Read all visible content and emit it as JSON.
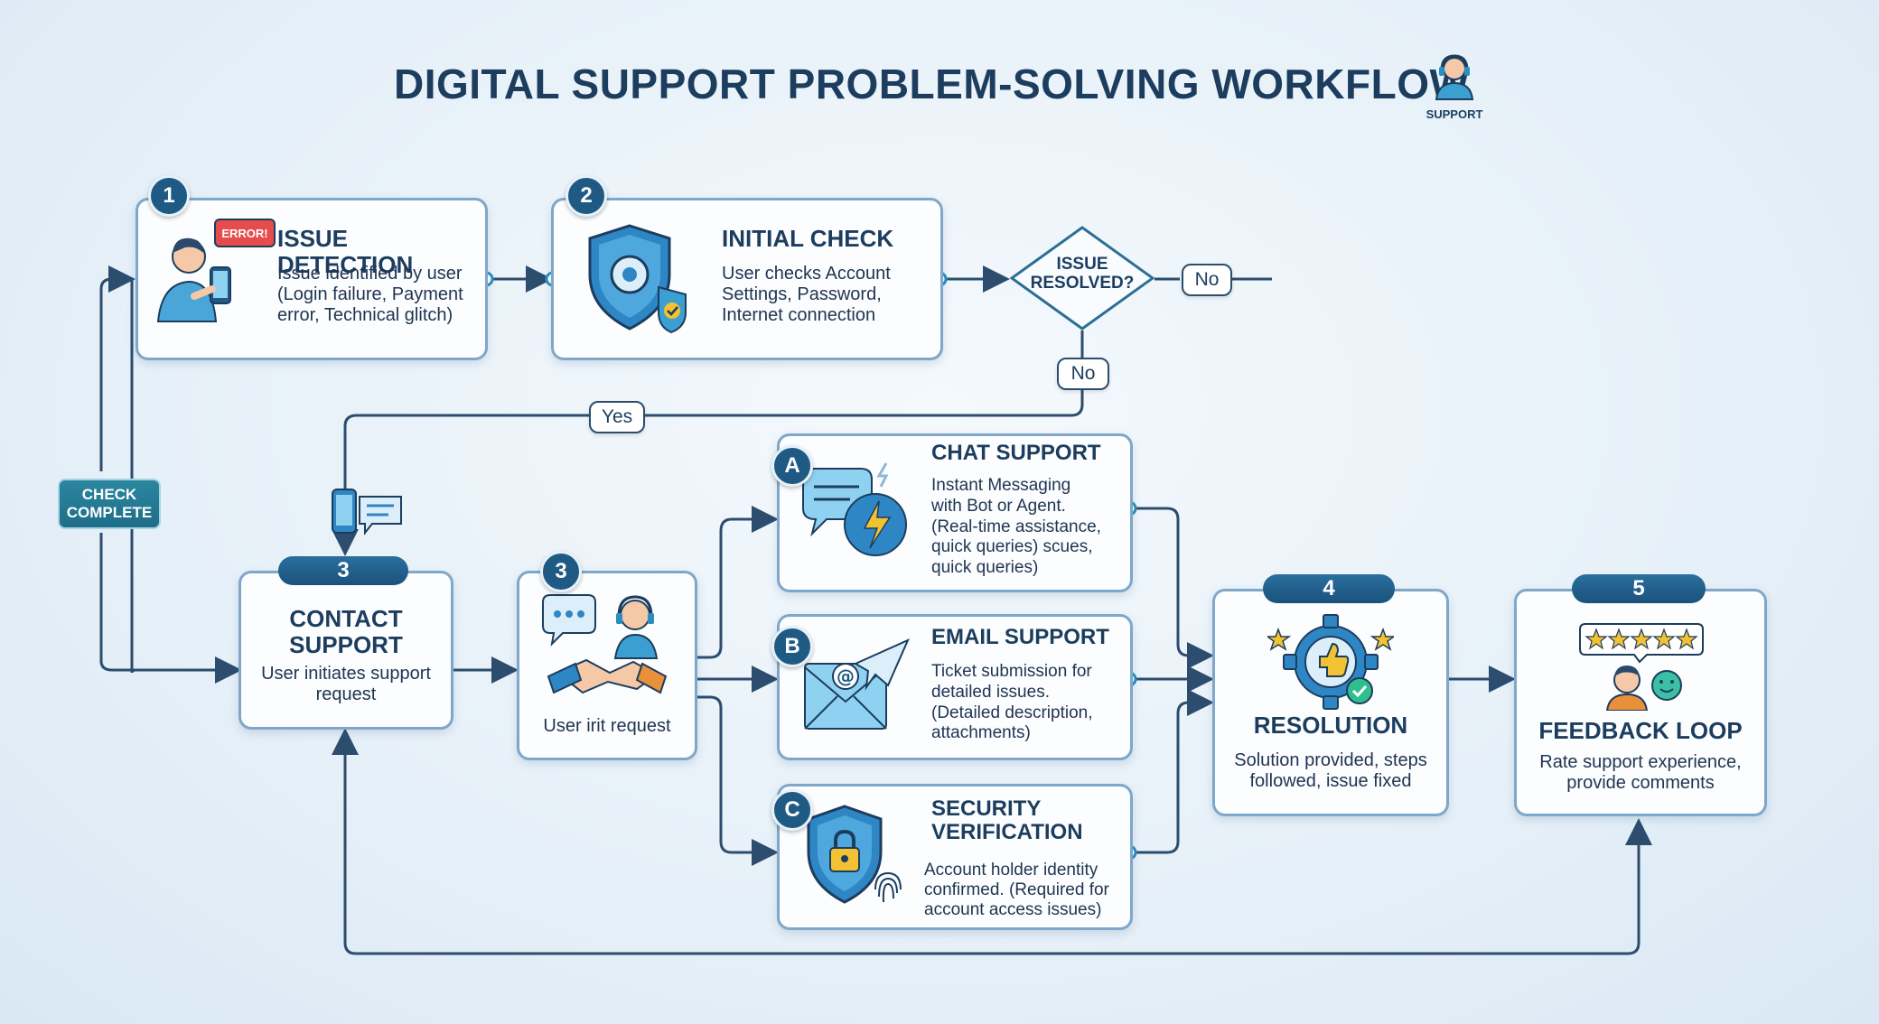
{
  "title": "DIGITAL SUPPORT PROBLEM-SOLVING WORKFLOW",
  "support_badge": {
    "icon": "headset-agent-icon",
    "label": "SUPPORT"
  },
  "steps": {
    "issue_detection": {
      "number": "1",
      "title": "ISSUE DETECTION",
      "desc": [
        "Issue identified by user",
        "(Login failure, Payment",
        "error, Technical glitch)"
      ],
      "icon_badge": "ERROR!"
    },
    "initial_check": {
      "number": "2",
      "title": "INITIAL CHECK",
      "desc": [
        "User checks Account",
        "Settings, Password,",
        "Internet connection"
      ]
    },
    "decision": {
      "label": [
        "ISSUE",
        "RESOLVED?"
      ],
      "no_right": "No",
      "no_down": "No",
      "yes": "Yes"
    },
    "check_complete": [
      "CHECK",
      "COMPLETE"
    ],
    "contact_support": {
      "number": "3",
      "title": [
        "CONTACT",
        "SUPPORT"
      ],
      "desc": [
        "User initiates support",
        "request"
      ]
    },
    "request_hub": {
      "number": "3",
      "desc": "User irit request"
    },
    "chat_support": {
      "letter": "A",
      "title": "CHAT SUPPORT",
      "desc": [
        "Instant  Messaging",
        "with Bot or Agent.",
        "(Real-time assistance,",
        "quick queries) scues,",
        "quick queries)"
      ]
    },
    "email_support": {
      "letter": "B",
      "title": "EMAIL SUPPORT",
      "desc": [
        "Ticket submission for",
        "detailed issues.",
        "(Detailed description,",
        "attachments)"
      ]
    },
    "security_verification": {
      "letter": "C",
      "title": [
        "SECURITY",
        "VERIFICATION"
      ],
      "desc": [
        "Account holder identity",
        "confirmed. (Required for",
        "account access issues)"
      ]
    },
    "resolution": {
      "number": "4",
      "title": "RESOLUTION",
      "desc": [
        "Solution provided, steps",
        "followed, issue fixed"
      ]
    },
    "feedback_loop": {
      "number": "5",
      "title": "FEEDBACK LOOP",
      "desc": [
        "Rate support experience,",
        "provide comments"
      ]
    }
  },
  "colors": {
    "navy": "#1c3d5e",
    "accent_blue": "#1f5a85",
    "teal": "#1f6e89",
    "card_border": "#7fa7c9",
    "line": "#2c4d6e",
    "shield": "#2f86c4",
    "star": "#f2b632"
  }
}
